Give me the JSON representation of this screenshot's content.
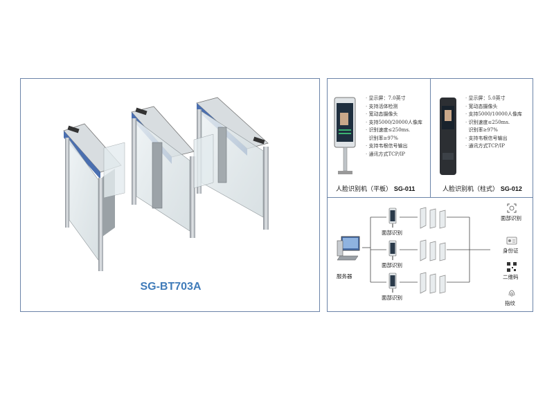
{
  "product": {
    "model": "SG-BT703A"
  },
  "devices": [
    {
      "caption_cn": "人脸识别机（平板）",
      "caption_model": "SG-011",
      "specs": [
        "显示屏：7.0英寸",
        "支持活体检测",
        "宽动态摄像头",
        "支持5000/20000人像库",
        "识别速度≤250ms.",
        "识别率≥97%",
        "支持韦根信号输出",
        "通讯方式TCP/IP"
      ]
    },
    {
      "caption_cn": "人脸识别机（柱式）",
      "caption_model": "SG-012",
      "specs": [
        "显示屏：5.0英寸",
        "宽动态摄像头",
        "支持5000/10000人像库",
        "识别速度≤250ms.",
        "识别率≥97%",
        "支持韦根信号输出",
        "通讯方式TCP/IP"
      ]
    }
  ],
  "diagram": {
    "server_label": "服务器",
    "face_labels": [
      "面部识别",
      "面部识别",
      "面部识别"
    ],
    "methods": [
      "面部识别",
      "身份证",
      "二维码",
      "指纹"
    ]
  }
}
